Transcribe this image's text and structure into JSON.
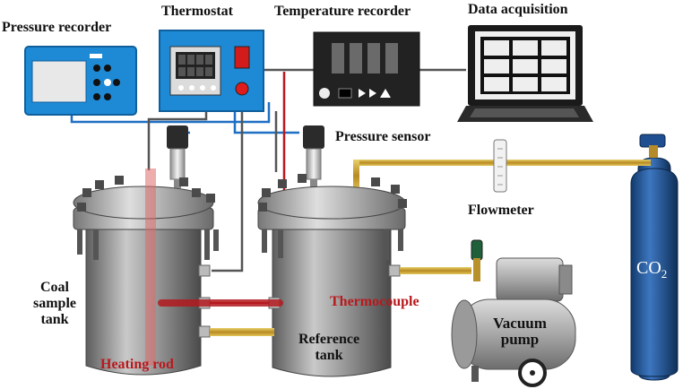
{
  "labels": {
    "pressure_recorder": "Pressure recorder",
    "thermostat": "Thermostat",
    "temperature_recorder": "Temperature recorder",
    "data_acquisition": "Data acquisition",
    "pressure_sensor": "Pressure sensor",
    "flowmeter": "Flowmeter",
    "coal_sample_tank": [
      "Coal",
      "sample",
      "tank"
    ],
    "thermocouple": "Thermocouple",
    "reference_tank": [
      "Reference",
      "tank"
    ],
    "vacuum_pump": [
      "Vacuum",
      "pump"
    ],
    "heating_rod": "Heating rod",
    "co2_main": "CO",
    "co2_sub": "2"
  },
  "colors": {
    "signal_blue": "#1f6fc4",
    "line_gray": "#555555",
    "thermo_red": "#c0161c",
    "pipe_gold": "#c9a23a",
    "device_blue": "#1e8ad6",
    "cylinder_blue": "#1d4f8c",
    "tank_gray": "#8a8a8a",
    "label_red": "#b8191d"
  },
  "icons": [
    "pressure-recorder-device",
    "thermostat-device",
    "temperature-recorder-device",
    "laptop-icon",
    "pressure-sensor-icon",
    "flowmeter-icon",
    "co2-cylinder-icon",
    "vacuum-pump-icon",
    "coal-sample-tank-icon",
    "reference-tank-icon"
  ]
}
